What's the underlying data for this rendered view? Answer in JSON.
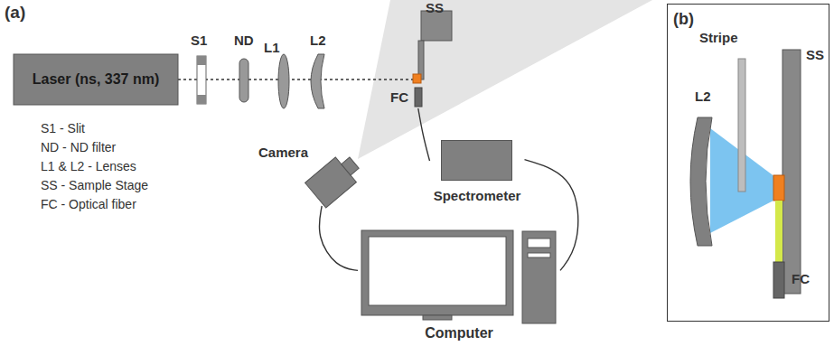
{
  "diagram": {
    "nodes": [
      {
        "text": [
          "Laser (ns, 337 nm)"
        ]
      },
      {
        "text": [
          "FC"
        ]
      },
      {
        "text": [
          "Camera"
        ]
      },
      {
        "text": [
          "Spectrometer"
        ]
      },
      {
        "text": [
          "Computer"
        ]
      },
      {
        "text": [
          "(b)"
        ]
      }
    ],
    "edges": [
      {
        "from": 1,
        "to": 3,
        "arrow": "none"
      },
      {
        "from": 2,
        "to": 4,
        "arrow": "none"
      },
      {
        "from": 3,
        "to": 4,
        "arrow": "none"
      }
    ],
    "labels": [
      "(a)",
      "S1",
      "ND",
      "L1",
      "L2",
      "SS",
      "S1 - Slit",
      "ND - ND filter",
      "L1 & L2 - Lenses",
      "SS - Sample Stage",
      "FC - Optical fiber",
      "Stripe",
      "L2",
      "SS",
      "FC"
    ]
  }
}
